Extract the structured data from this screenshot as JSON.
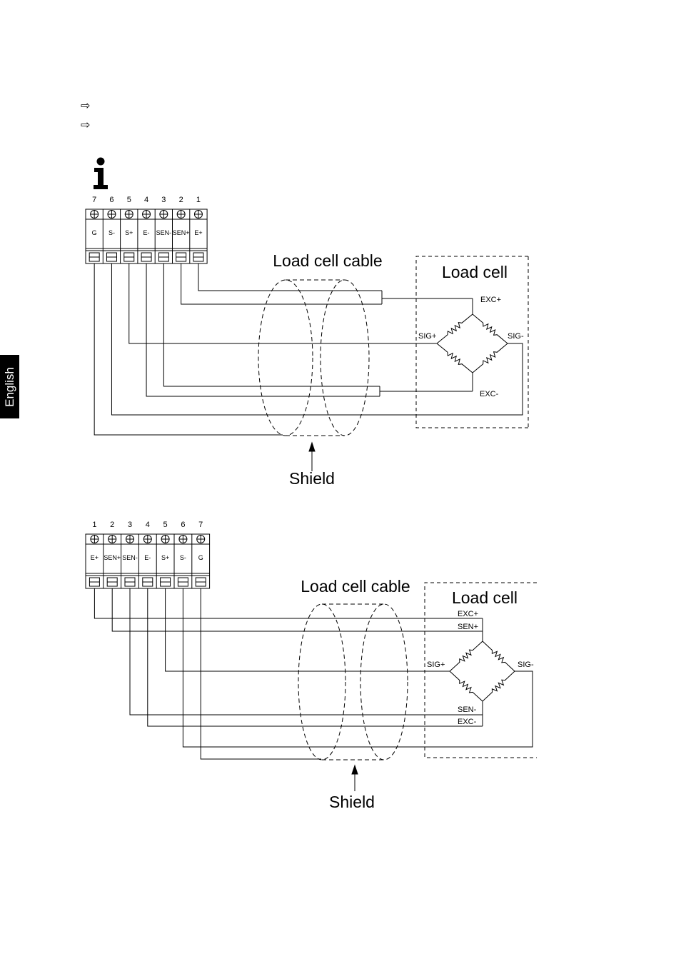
{
  "sidebar": {
    "language_tab": "English"
  },
  "bullets": [
    "⇨",
    "⇨"
  ],
  "icons": {
    "info": "info-icon",
    "bullet": "arrow-right-outline-icon"
  },
  "diagram1": {
    "terminal_numbers": [
      "7",
      "6",
      "5",
      "4",
      "3",
      "2",
      "1"
    ],
    "terminal_labels": [
      "G",
      "S-",
      "S+",
      "E-",
      "SEN-",
      "SEN+",
      "E+"
    ],
    "cable_label": "Load cell cable",
    "loadcell_label": "Load cell",
    "exc_plus": "EXC+",
    "exc_minus": "EXC-",
    "sig_plus": "SIG+",
    "sig_minus": "SIG-",
    "shield_label": "Shield"
  },
  "diagram2": {
    "terminal_numbers": [
      "1",
      "2",
      "3",
      "4",
      "5",
      "6",
      "7"
    ],
    "terminal_labels": [
      "E+",
      "SEN+",
      "SEN-",
      "E-",
      "S+",
      "S-",
      "G"
    ],
    "cable_label": "Load cell cable",
    "loadcell_label": "Load cell",
    "exc_plus": "EXC+",
    "sen_plus": "SEN+",
    "sig_plus": "SIG+",
    "sig_minus": "SIG-",
    "sen_minus": "SEN-",
    "exc_minus": "EXC-",
    "shield_label": "Shield"
  }
}
